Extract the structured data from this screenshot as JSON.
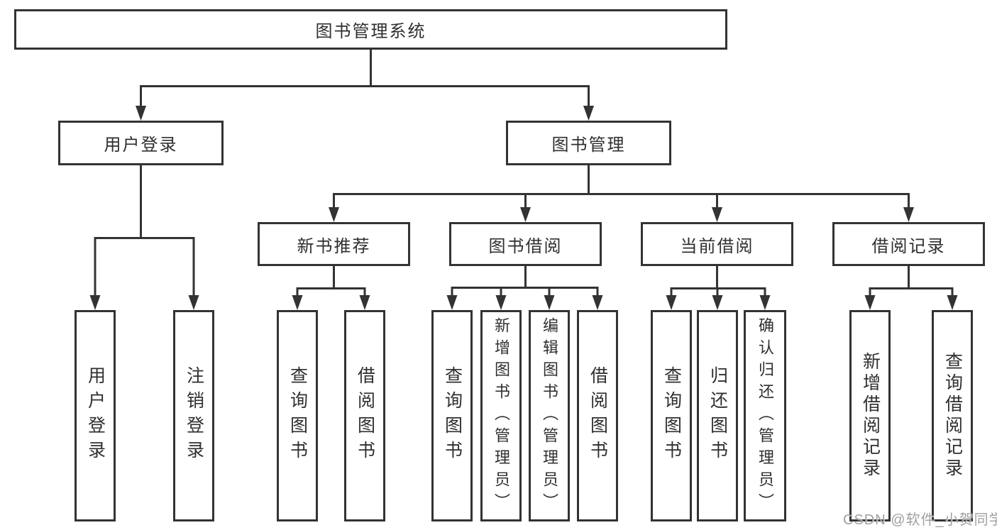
{
  "diagram": {
    "root": "图书管理系统",
    "login": {
      "label": "用户登录",
      "children": [
        "用户登录",
        "注销登录"
      ]
    },
    "mgmt": {
      "label": "图书管理",
      "groups": [
        {
          "label": "新书推荐",
          "children": [
            "查询图书",
            "借阅图书"
          ]
        },
        {
          "label": "图书借阅",
          "children": [
            "查询图书",
            "新增图书（管理员）",
            "编辑图书（管理员）",
            "借阅图书"
          ]
        },
        {
          "label": "当前借阅",
          "children": [
            "查询图书",
            "归还图书",
            "确认归还（管理员）"
          ]
        },
        {
          "label": "借阅记录",
          "children": [
            "新增借阅记录",
            "查询借阅记录"
          ]
        }
      ]
    }
  },
  "watermark": "CSDN @软件_小贺同学",
  "colors": {
    "line": "#333333",
    "text": "#2f2f2f",
    "watermark": "#a0a0a0",
    "background": "#ffffff"
  }
}
